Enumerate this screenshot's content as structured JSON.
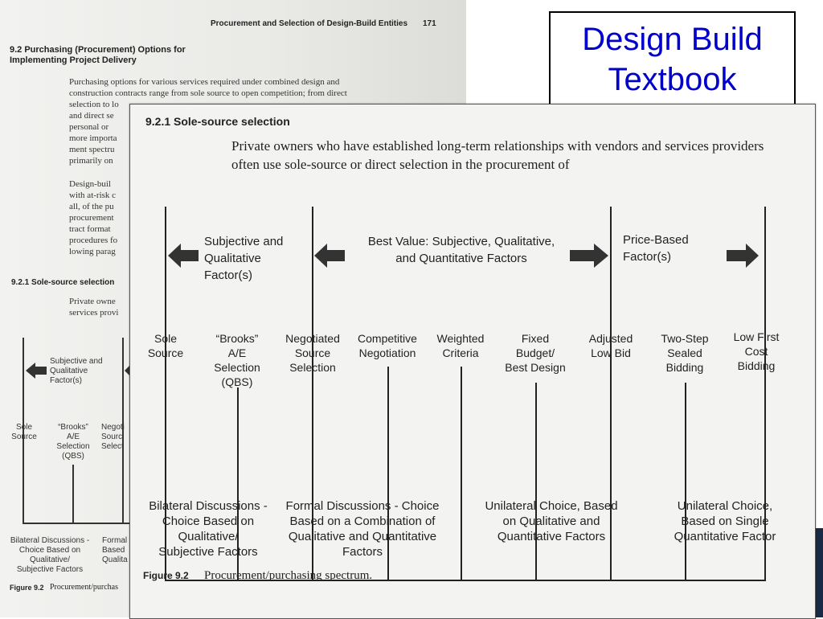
{
  "slide": {
    "title_line1": "Design Build",
    "title_line2": "Textbook",
    "colors": {
      "title": "#0000cc",
      "accent_bar": "#1b2a44"
    }
  },
  "background_page": {
    "running_head": "Procurement and Selection of Design-Build Entities",
    "page_number": "171",
    "section_9_2": "9.2  Purchasing (Procurement) Options for\nImplementing Project Delivery",
    "para1": "Purchasing options for various services required under combined design and\nconstruction contracts range from sole source to open competition; from direct\nselection to lo\nand direct se\npersonal or\nmore importa\nment spectru\nprimarily on",
    "para2": "Design-buil\nwith at-risk c\nall, of the pu\nprocurement\ntract format\nprocedures fo\nlowing parag",
    "section_9_2_1": "9.2.1  Sole-source selection",
    "para3": "Private owne\nservices provi",
    "fig_left_header": "Subjective and\nQualitative\nFactor(s)",
    "fig_labels": [
      "Sole\nSource",
      "“Brooks”\nA/E\nSelection\n(QBS)",
      "Negoti\nSourc\nSelect"
    ],
    "fig_bottom": [
      "Bilateral Discussions -\nChoice Based on\nQualitative/\nSubjective Factors",
      "Formal\nBased\nQualita"
    ],
    "caption_label": "Figure 9.2",
    "caption_text": "Procurement/purchas"
  },
  "front_page": {
    "section_heading": "9.2.1  Sole-source selection",
    "body": "Private owners who have established long-term relationships with vendors and services providers often use sole-source or direct selection in the procurement of",
    "headers": [
      "Subjective and\nQualitative\nFactor(s)",
      "Best Value: Subjective, Qualitative,\nand Quantitative Factors",
      "Price-Based\nFactor(s)"
    ],
    "methods": [
      "Sole\nSource",
      "“Brooks”\nA/E\nSelection\n(QBS)",
      "Negotiated\nSource\nSelection",
      "Competitive\nNegotiation",
      "Weighted\nCriteria",
      "Fixed\nBudget/\nBest Design",
      "Adjusted\nLow Bid",
      "Two-Step\nSealed\nBidding",
      "Low First\nCost\nBidding"
    ],
    "categories": [
      "Bilateral Discussions -\nChoice Based on\nQualitative/\nSubjective Factors",
      "Formal Discussions - Choice\nBased on a Combination of\nQualitative and Quantitative\nFactors",
      "Unilateral Choice, Based\non Qualitative and\nQuantitative Factors",
      "Unilateral Choice,\nBased on Single\nQuantitative Factor"
    ],
    "caption_label": "Figure 9.2",
    "caption_text": "Procurement/purchasing spectrum."
  },
  "icons": [
    "arrow-left-icon",
    "arrow-right-icon"
  ]
}
